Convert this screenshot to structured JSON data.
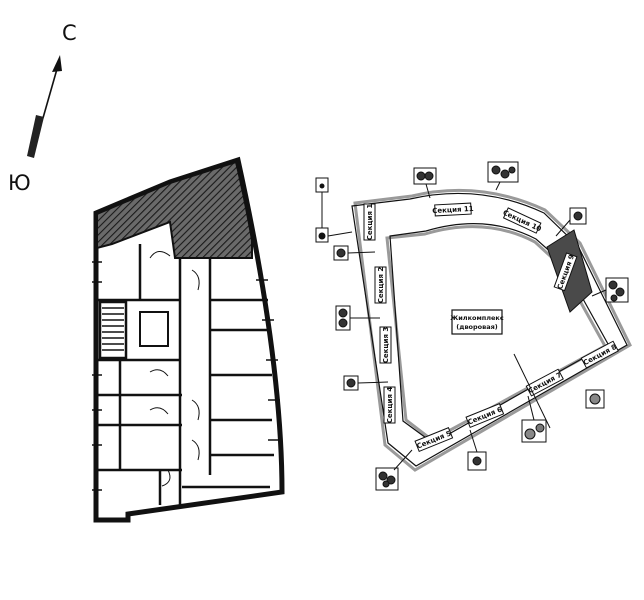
{
  "compass": {
    "north_label": "С",
    "south_label": "Ю"
  },
  "site_plan": {
    "center_label": [
      "Жилкомплекс",
      "(дворовая)"
    ],
    "sections": [
      {
        "label": "Секция 1"
      },
      {
        "label": "Секция 2"
      },
      {
        "label": "Секция 3"
      },
      {
        "label": "Секция 4"
      },
      {
        "label": "Секция 5"
      },
      {
        "label": "Секция 6"
      },
      {
        "label": "Секция 7"
      },
      {
        "label": "Секция 8"
      },
      {
        "label": "Секция 9"
      },
      {
        "label": "Секция 10"
      },
      {
        "label": "Секция 11"
      }
    ],
    "highlighted_section": "Секция 9"
  },
  "colors": {
    "line": "#1a1a1a",
    "hatch": "#3a3a3a",
    "highlight": "#4a4a4a",
    "ring": "#9a9a9a"
  }
}
